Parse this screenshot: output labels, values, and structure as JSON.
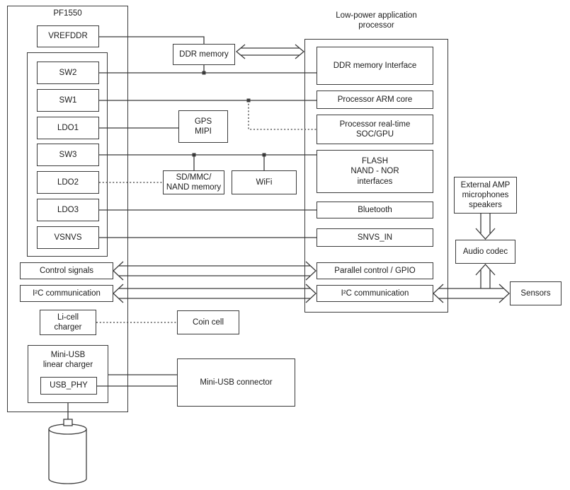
{
  "colors": {
    "line": "#3b3b3b",
    "text": "#1c1c1c",
    "background": "#ffffff"
  },
  "pmic": {
    "title": "PF1550",
    "vrefddr_label": "VREFDDR",
    "regulators": [
      "SW2",
      "SW1",
      "LDO1",
      "SW3",
      "LDO2",
      "LDO3",
      "VSNVS"
    ],
    "control_signals_label": "Control signals",
    "i2c_label": "I²C communication",
    "licell_charger_label": "Li-cell\ncharger",
    "miniusb_charger_label": "Mini-USB\nlinear charger",
    "usb_phy_label": "USB_PHY"
  },
  "peripherals": {
    "ddr_memory": "DDR memory",
    "gps_mipi": "GPS\nMIPI",
    "sd_mmc_nand": "SD/MMC/\nNAND memory",
    "wifi": "WiFi",
    "coin_cell": "Coin cell",
    "miniusb_connector": "Mini-USB connector"
  },
  "processor": {
    "title": "Low-power application\nprocessor",
    "blocks": [
      "DDR memory Interface",
      "Processor ARM core",
      "Processor real-time\nSOC/GPU",
      "FLASH\nNAND - NOR\ninterfaces",
      "Bluetooth",
      "SNVS_IN",
      "Parallel control / GPIO",
      "I²C communication"
    ]
  },
  "audio_chain": {
    "ext_amp": "External AMP\nmicrophones\nspeakers",
    "audio_codec": "Audio codec",
    "sensors": "Sensors"
  }
}
